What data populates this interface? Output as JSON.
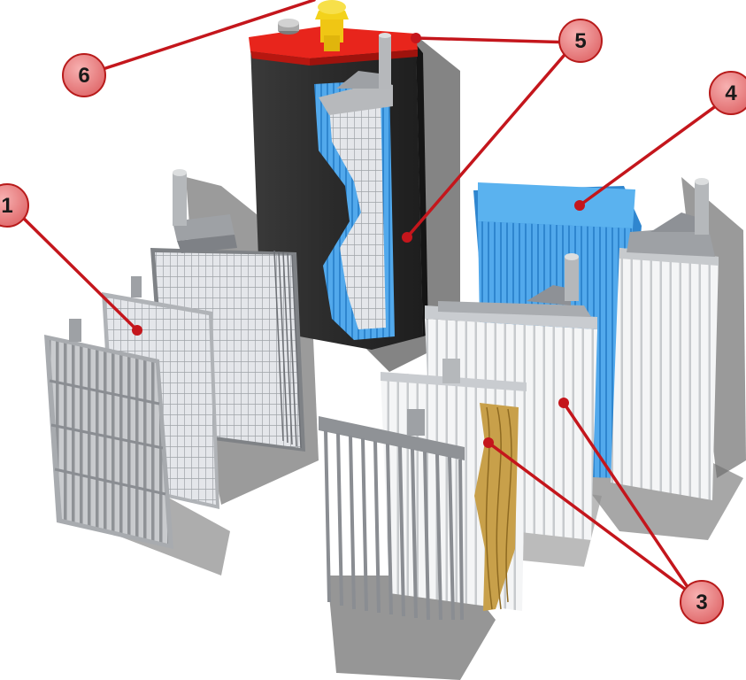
{
  "diagram": {
    "callouts": [
      {
        "id": "callout-1",
        "label": "1"
      },
      {
        "id": "callout-3",
        "label": "3"
      },
      {
        "id": "callout-4",
        "label": "4"
      },
      {
        "id": "callout-5",
        "label": "5"
      },
      {
        "id": "callout-6",
        "label": "6"
      }
    ],
    "colors": {
      "callout_fill": "#f08a8a",
      "callout_stroke": "#b81b1b",
      "leader_line": "#c4161c",
      "battery_case": "#2d2d2d",
      "battery_lid": "#e8251c",
      "separator_blue": "#3e9be0",
      "grid_grey": "#9a9c9e",
      "plate_white": "#f2f3f4",
      "glass_mat_tan": "#c8a04a",
      "vent_cap_yellow": "#f3d21b"
    }
  }
}
